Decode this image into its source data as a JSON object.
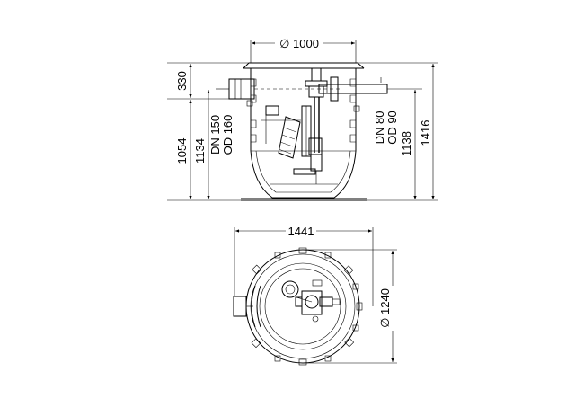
{
  "front_view": {
    "dim_top_diameter": "∅ 1000",
    "dim_330": "330",
    "dim_1054": "1054",
    "dim_1134": "1134",
    "inlet_dn": "DN 150",
    "inlet_od": "OD 160",
    "outlet_dn": "DN 80",
    "outlet_od": "OD 90",
    "dim_1138": "1138",
    "dim_1416": "1416"
  },
  "plan_view": {
    "dim_width": "1441",
    "dim_diameter": "∅ 1240"
  }
}
